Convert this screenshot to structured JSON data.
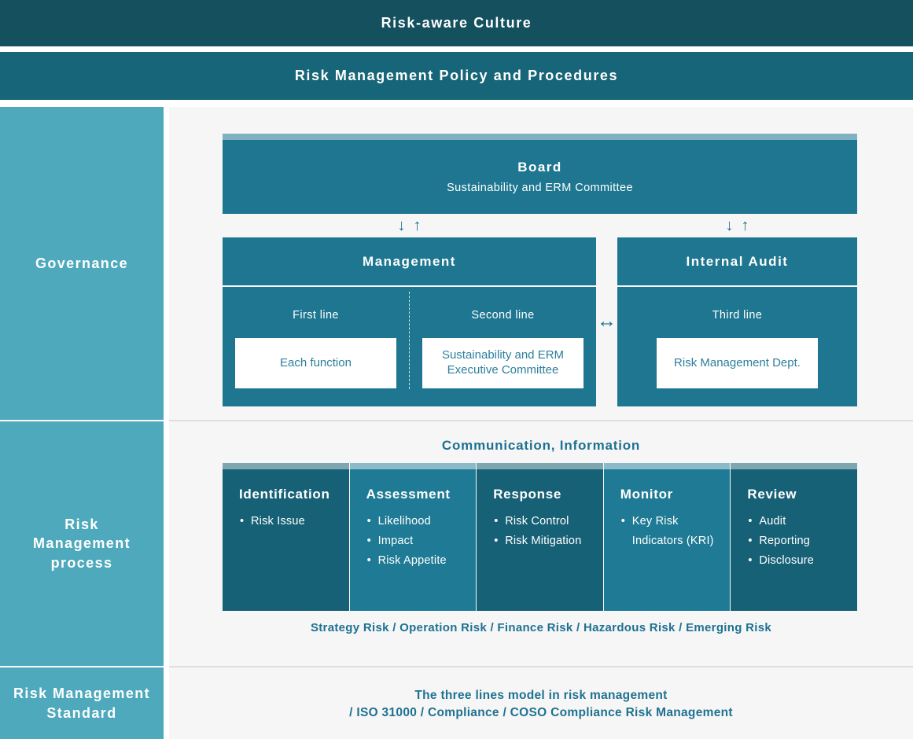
{
  "colors": {
    "banner_dark": "#15505f",
    "banner_mid": "#176578",
    "sidebar": "#4fa9bd",
    "box_teal": "#1e7690",
    "box_strip": "#7fb1c0",
    "process_dark": "#176177",
    "process_light": "#1f7b95",
    "teal_text": "#1e7191",
    "main_bg": "#f6f6f6"
  },
  "banners": {
    "culture": "Risk-aware Culture",
    "policy": "Risk Management Policy and Procedures"
  },
  "sidebar": {
    "sections": [
      {
        "label": "Governance"
      },
      {
        "label": "Risk\nManagement\nprocess"
      },
      {
        "label": "Risk Management\nStandard"
      }
    ]
  },
  "governance": {
    "board": {
      "title": "Board",
      "subtitle": "Sustainability and ERM Committee"
    },
    "management": {
      "title": "Management",
      "columns": [
        {
          "line": "First line",
          "box": "Each function"
        },
        {
          "line": "Second line",
          "box": "Sustainability and ERM\nExecutive Committee"
        }
      ]
    },
    "internal_audit": {
      "title": "Internal Audit",
      "line": "Third line",
      "box": "Risk Management Dept."
    },
    "arrows": {
      "down": "↓",
      "up": "↑",
      "both": "↔"
    }
  },
  "process": {
    "communication": "Communication, Information",
    "steps": [
      {
        "title": "Identification",
        "items": [
          "Risk Issue"
        ]
      },
      {
        "title": "Assessment",
        "items": [
          "Likelihood",
          "Impact",
          "Risk Appetite"
        ]
      },
      {
        "title": "Response",
        "items": [
          "Risk Control",
          "Risk Mitigation"
        ]
      },
      {
        "title": "Monitor",
        "items": [
          "Key Risk Indicators (KRI)"
        ]
      },
      {
        "title": "Review",
        "items": [
          "Audit",
          "Reporting",
          "Disclosure"
        ]
      }
    ],
    "risk_types": "Strategy Risk / Operation Risk / Finance Risk / Hazardous Risk / Emerging Risk"
  },
  "standard": {
    "text": "The three lines model in risk management\n/ ISO 31000 / Compliance / COSO Compliance Risk Management"
  }
}
